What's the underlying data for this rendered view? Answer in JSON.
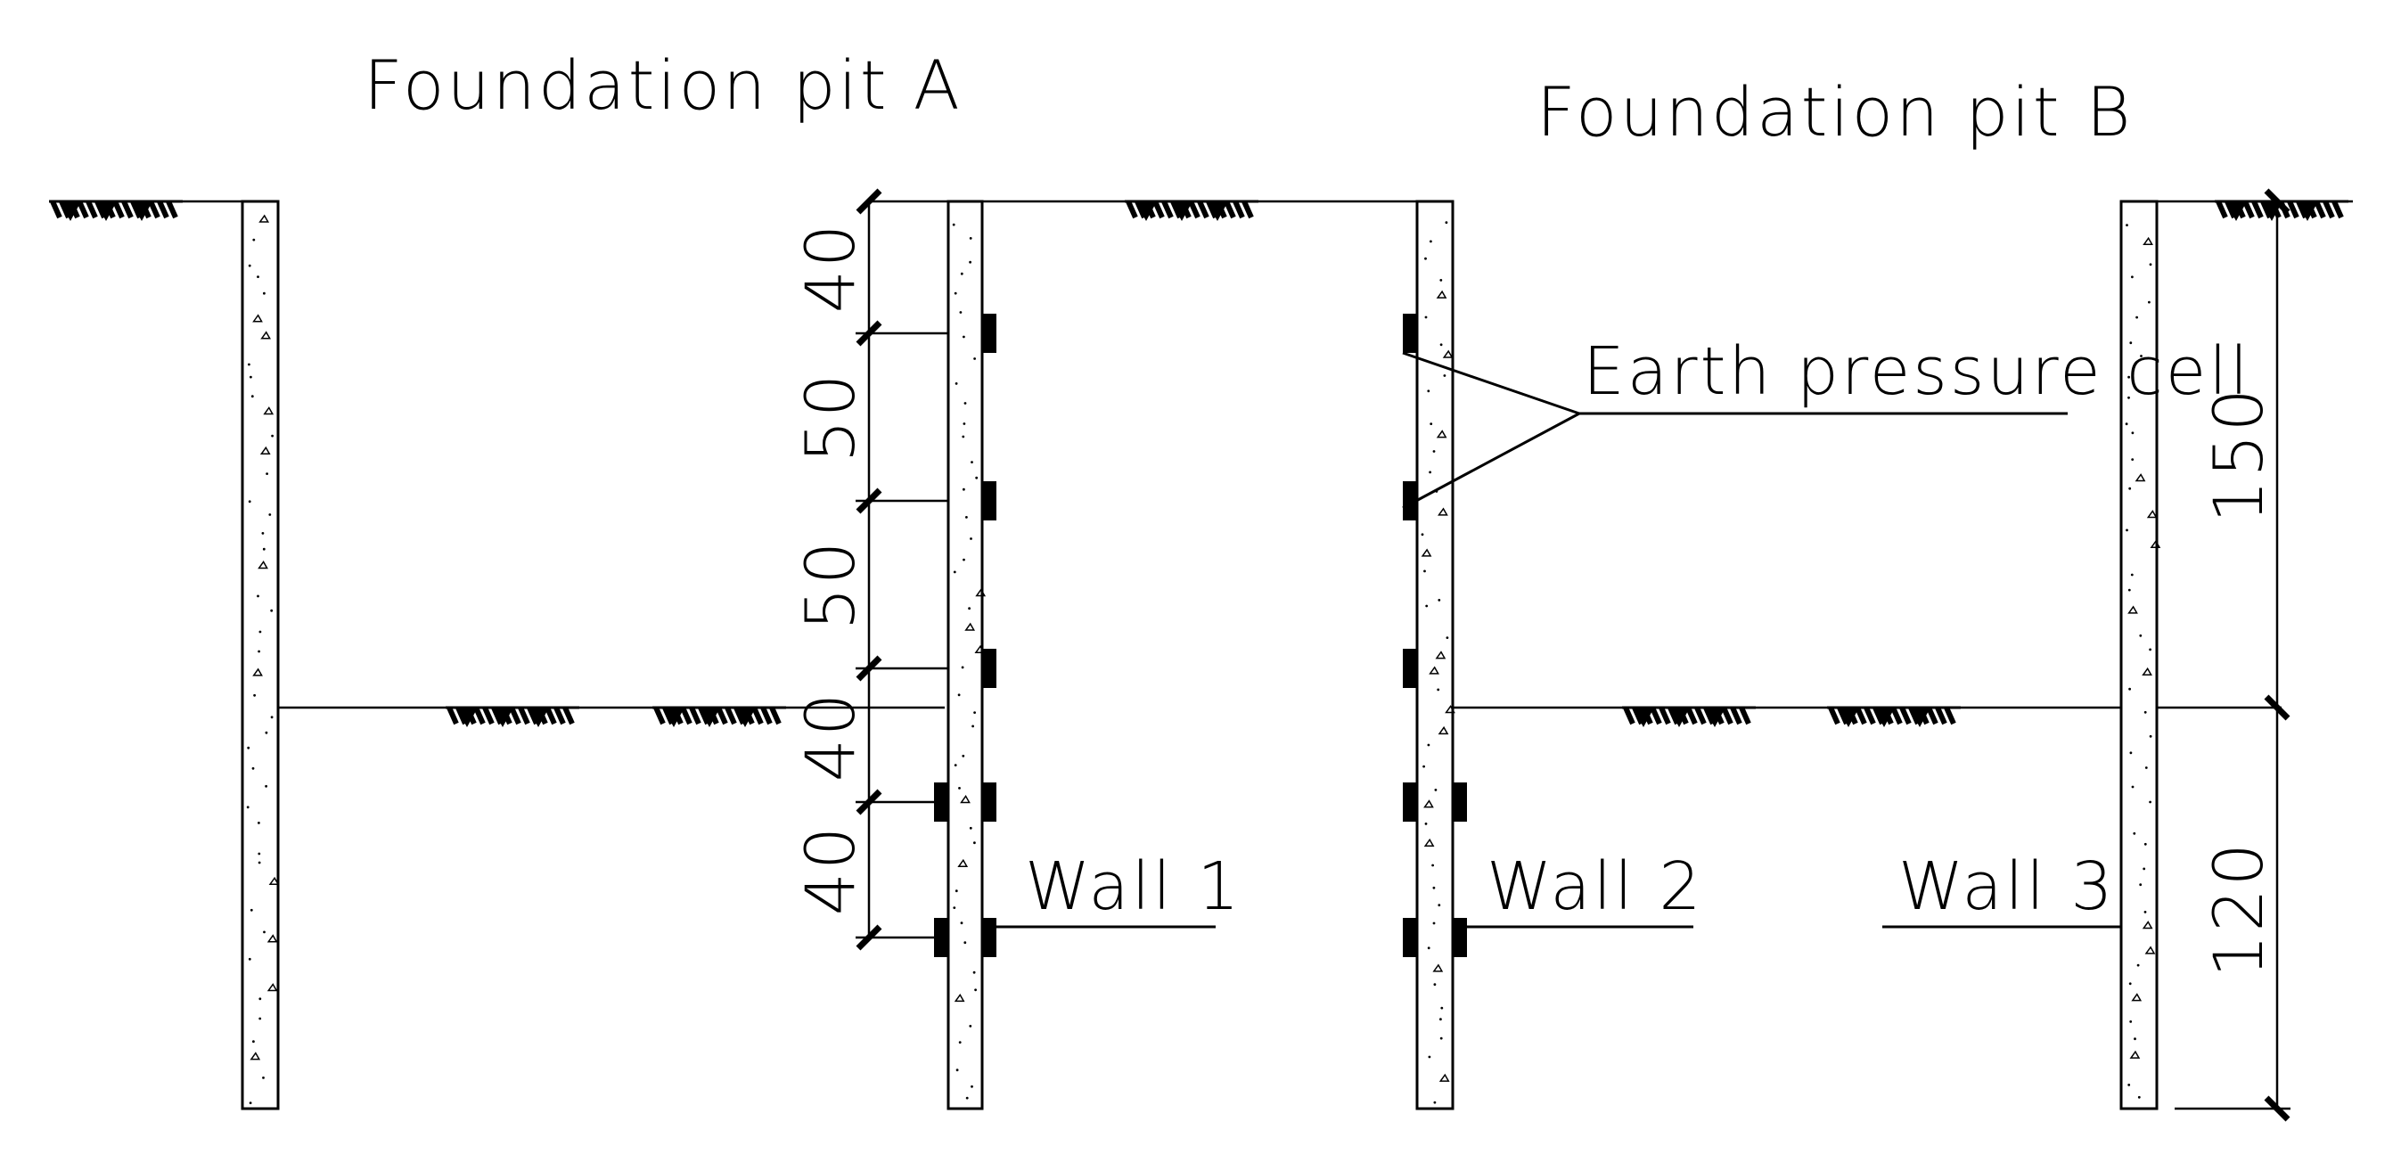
{
  "titles": {
    "pit_a": "Foundation pit A",
    "pit_b": "Foundation pit B"
  },
  "labels": {
    "earth_pressure_cell": "Earth pressure cell",
    "wall_1": "Wall 1",
    "wall_2": "Wall 2",
    "wall_3": "Wall 3"
  },
  "dimensions": {
    "wall1_segments": [
      "40",
      "50",
      "50",
      "40",
      "40"
    ],
    "wall3_segments": [
      "150",
      "120"
    ]
  }
}
